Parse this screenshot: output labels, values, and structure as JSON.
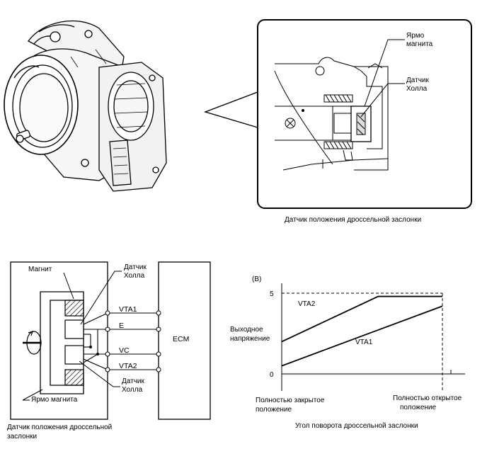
{
  "detail": {
    "yoke_label_1": "Ярмо",
    "yoke_label_2": "магнита",
    "hall_label_1": "Датчик",
    "hall_label_2": "Холла",
    "caption": "Датчик положения дроссельной заслонки"
  },
  "circuit": {
    "magnet_label": "Магнит",
    "hall_top_1": "Датчик",
    "hall_top_2": "Холла",
    "hall_bottom_1": "Датчик",
    "hall_bottom_2": "Холла",
    "yoke_label": "Ярмо магнита",
    "terminals": [
      "VTA1",
      "E",
      "VC",
      "VTA2"
    ],
    "ecm_label": "ECM",
    "caption_1": "Датчик положения дроссельной",
    "caption_2": "заслонки"
  },
  "graph": {
    "tag": "(B)",
    "y_top_label": "5",
    "y_zero_label": "0",
    "ylabel_1": "Выходное",
    "ylabel_2": "напряжение",
    "series": [
      {
        "name": "VTA2",
        "start": 2.0,
        "flat_from": 0.6,
        "end": 4.8
      },
      {
        "name": "VTA1",
        "start": 0.5,
        "end": 4.2
      }
    ],
    "x_left_1": "Полностью закрытое",
    "x_left_2": "положение",
    "x_right_1": "Полностью открытое",
    "x_right_2": "положение",
    "xlabel": "Угол поворота дроссельной заслонки"
  }
}
